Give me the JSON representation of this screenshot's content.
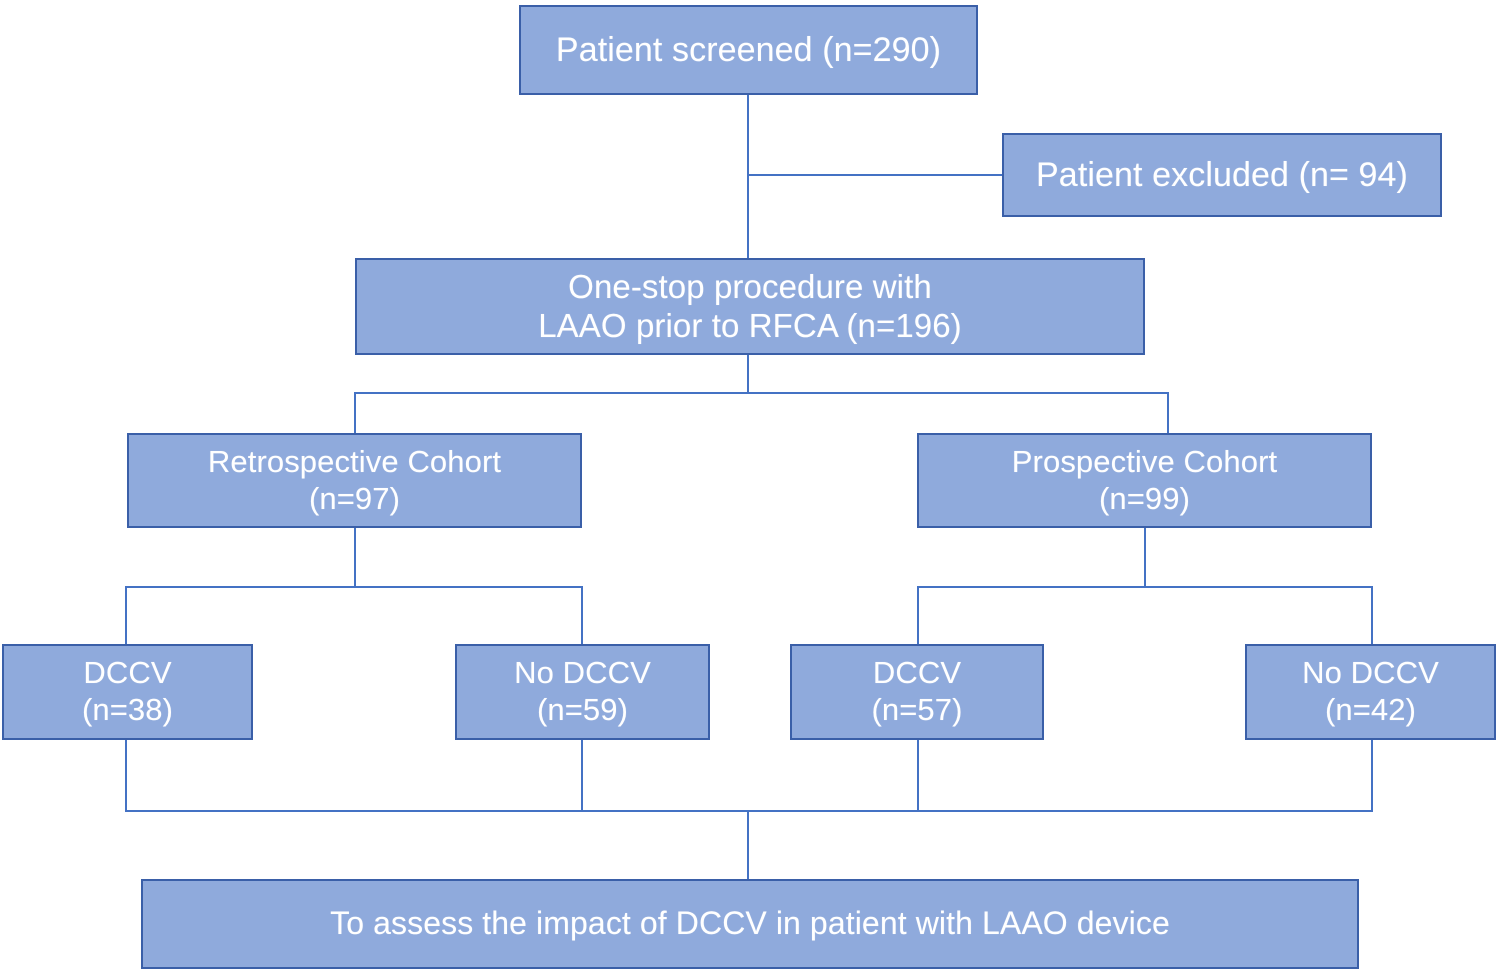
{
  "diagram": {
    "title": "Study flow diagram",
    "type": "flowchart",
    "colors": {
      "node_fill": "#8FAADC",
      "node_border": "#3A5FA8",
      "connector": "#4472C4",
      "node_text": "#FFFFFF",
      "background": "#FFFFFF"
    },
    "nodes": {
      "screened": {
        "label": "Patient screened (n=290)",
        "count": 290,
        "level": 1
      },
      "excluded": {
        "label": "Patient excluded (n= 94)",
        "count": 94,
        "level": 1
      },
      "onestop": {
        "label": "One-stop procedure with\nLAAO prior to RFCA (n=196)",
        "count": 196,
        "level": 2
      },
      "retrospective": {
        "label": "Retrospective Cohort\n(n=97)",
        "count": 97,
        "level": 3
      },
      "prospective": {
        "label": "Prospective Cohort\n(n=99)",
        "count": 99,
        "level": 3
      },
      "dccv_retro": {
        "label": "DCCV\n(n=38)",
        "count": 38,
        "level": 4
      },
      "no_dccv_retro": {
        "label": "No DCCV\n(n=59)",
        "count": 59,
        "level": 4
      },
      "dccv_pro": {
        "label": "DCCV\n(n=57)",
        "count": 57,
        "level": 4
      },
      "no_dccv_pro": {
        "label": "No DCCV\n(n=42)",
        "count": 42,
        "level": 4
      },
      "objective": {
        "label": "To assess the impact of DCCV in patient with LAAO device",
        "level": 5
      }
    },
    "edges": [
      {
        "from": "screened",
        "to": "onestop"
      },
      {
        "from": "screened",
        "to": "excluded"
      },
      {
        "from": "onestop",
        "to": "retrospective"
      },
      {
        "from": "onestop",
        "to": "prospective"
      },
      {
        "from": "retrospective",
        "to": "dccv_retro"
      },
      {
        "from": "retrospective",
        "to": "no_dccv_retro"
      },
      {
        "from": "prospective",
        "to": "dccv_pro"
      },
      {
        "from": "prospective",
        "to": "no_dccv_pro"
      },
      {
        "from": "dccv_retro",
        "to": "objective"
      },
      {
        "from": "no_dccv_retro",
        "to": "objective"
      },
      {
        "from": "dccv_pro",
        "to": "objective"
      },
      {
        "from": "no_dccv_pro",
        "to": "objective"
      }
    ]
  }
}
